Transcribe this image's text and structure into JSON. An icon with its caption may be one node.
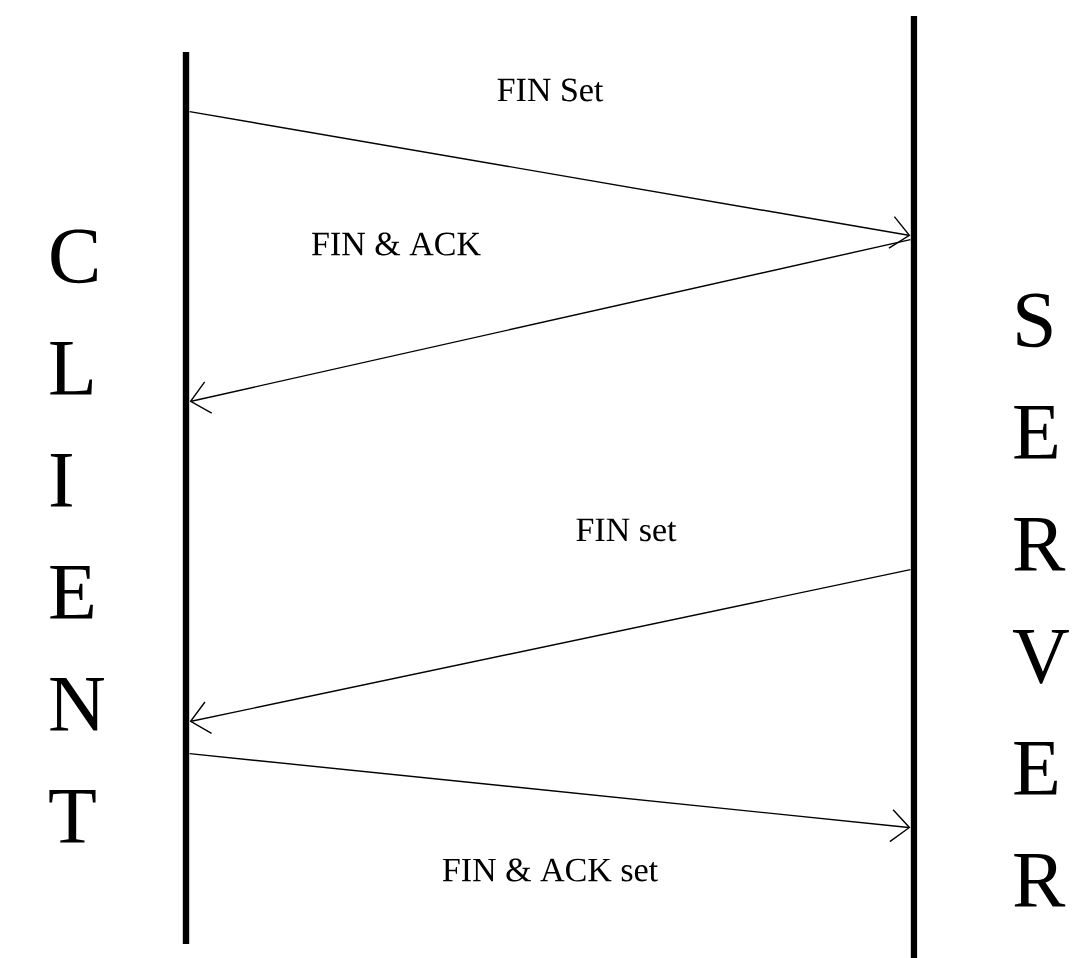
{
  "diagram": {
    "nodes": [
      {
        "text": [
          "CLIENT"
        ]
      },
      {
        "text": [
          "SERVER"
        ]
      }
    ],
    "edges": [
      {
        "from": 0,
        "to": 1,
        "arrow": "to",
        "label": "FIN Set"
      },
      {
        "from": 1,
        "to": 0,
        "arrow": "to",
        "label": "FIN & ACK"
      },
      {
        "from": 1,
        "to": 0,
        "arrow": "to",
        "label": "FIN set"
      },
      {
        "from": 0,
        "to": 1,
        "arrow": "to",
        "label": "FIN & ACK set"
      }
    ]
  }
}
